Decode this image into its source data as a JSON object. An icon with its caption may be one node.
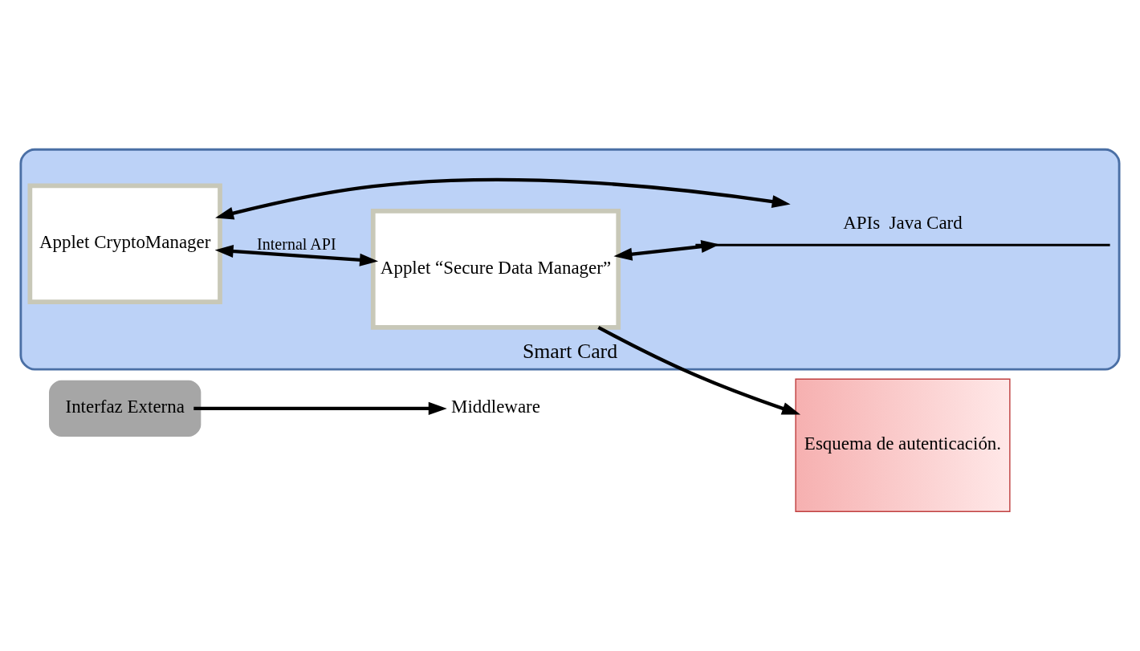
{
  "diagram": {
    "nodes": [
      {
        "text": [],
        "shape": "box"
      },
      {
        "text": [
          "Interfaz Externa"
        ],
        "in": 0
      },
      {
        "text": [
          "Middleware"
        ]
      },
      {
        "text": [
          "Smart Card"
        ]
      },
      {
        "text": [
          "Applet CryptoManager"
        ],
        "in": 3
      },
      {
        "text": [
          "Applet “Secure Data Manager”"
        ],
        "in": 3
      },
      {
        "text": [
          "APIs  Java Card"
        ],
        "in": 3
      },
      {
        "text": [
          "Esquema de autenticación."
        ]
      }
    ],
    "edges": [
      {
        "from": 1,
        "to": 2,
        "arrow": "to"
      },
      {
        "from": 4,
        "to": 5,
        "arrow": "both",
        "label": "Internal API"
      },
      {
        "from": 4,
        "to": 6,
        "arrow": "both"
      },
      {
        "from": 5,
        "to": 6,
        "arrow": "both"
      },
      {
        "from": 5,
        "to": 7,
        "arrow": "to"
      }
    ]
  }
}
